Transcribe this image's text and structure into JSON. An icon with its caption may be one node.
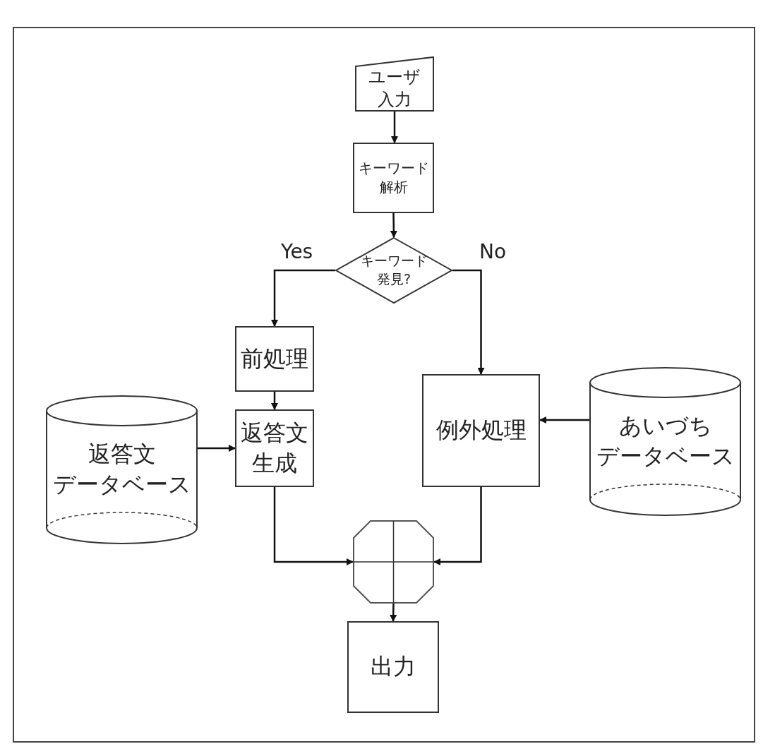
{
  "diagram": {
    "nodes": [
      {
        "text": [
          "ユーザ入力"
        ]
      },
      {
        "text": [
          "キーワード解析"
        ]
      },
      {
        "text": [
          "キーワード発見?"
        ]
      },
      {
        "text": [
          "前処理"
        ]
      },
      {
        "text": [
          "返答文生成"
        ]
      },
      {
        "text": [
          "返答文データベース"
        ]
      },
      {
        "text": [
          "例外処理"
        ]
      },
      {
        "text": [
          "あいづちデータベース"
        ]
      },
      {
        "text": [],
        "shape": "octagon"
      },
      {
        "text": [
          "出力"
        ]
      }
    ],
    "edges": [
      {
        "from": 0,
        "to": 1,
        "arrow": "to"
      },
      {
        "from": 1,
        "to": 2,
        "arrow": "to"
      },
      {
        "from": 2,
        "to": 3,
        "arrow": "to",
        "label": "Yes"
      },
      {
        "from": 2,
        "to": 6,
        "arrow": "to",
        "label": "No"
      },
      {
        "from": 3,
        "to": 4,
        "arrow": "to"
      },
      {
        "from": 5,
        "to": 4,
        "arrow": "to"
      },
      {
        "from": 7,
        "to": 6,
        "arrow": "to"
      },
      {
        "from": 4,
        "to": 8,
        "arrow": "to"
      },
      {
        "from": 6,
        "to": 8,
        "arrow": "to"
      },
      {
        "from": 8,
        "to": 9,
        "arrow": "to"
      }
    ]
  }
}
